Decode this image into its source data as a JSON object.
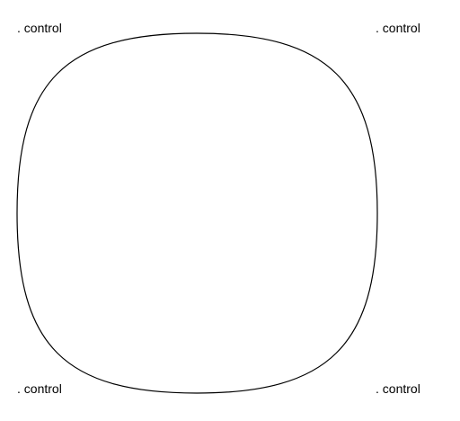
{
  "labels": {
    "top_left": ". control",
    "top_right": ". control",
    "bottom_left": ". control",
    "bottom_right": ". control"
  },
  "colors": {
    "stroke": "#000000",
    "background": "#ffffff"
  }
}
